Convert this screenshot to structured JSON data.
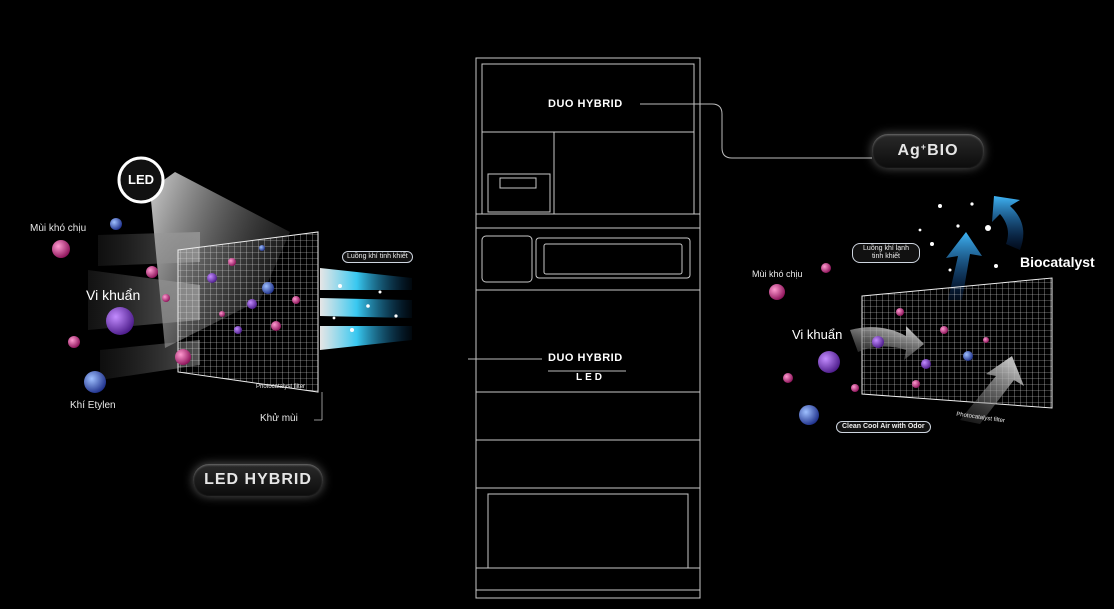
{
  "left_panel": {
    "led_badge": "LED",
    "unpleasant_odor": "Mùi khó chịu",
    "bacteria": "Vi khuẩn",
    "ethylene": "Khí Etylen",
    "pure_airflow": "Luồng khí tinh khiết",
    "photocatalyst_filter": "Photocatalyst filter",
    "deodorize": "Khử mùi",
    "title": "LED HYBRID"
  },
  "center_panel": {
    "duo_hybrid_top": "DUO HYBRID",
    "duo_hybrid_mid": "DUO HYBRID",
    "led_sub": "LED"
  },
  "right_panel": {
    "ag_bio_main": "Ag",
    "ag_bio_sup": "+",
    "ag_bio_rest": " BIO",
    "cold_pure_airflow": "Luồng khí lạnh tinh khiết",
    "biocatalyst": "Biocatalyst",
    "unpleasant_odor": "Mùi khó chịu",
    "bacteria": "Vi khuẩn",
    "clean_cool_air": "Clean Cool Air with Odor",
    "photocatalyst_filter": "Photocatalyst filter"
  },
  "colors": {
    "background": "#000000",
    "particle_pink": "#c2207a",
    "particle_blue": "#3a5fd0",
    "cyan_flow": "#38c8f0"
  }
}
